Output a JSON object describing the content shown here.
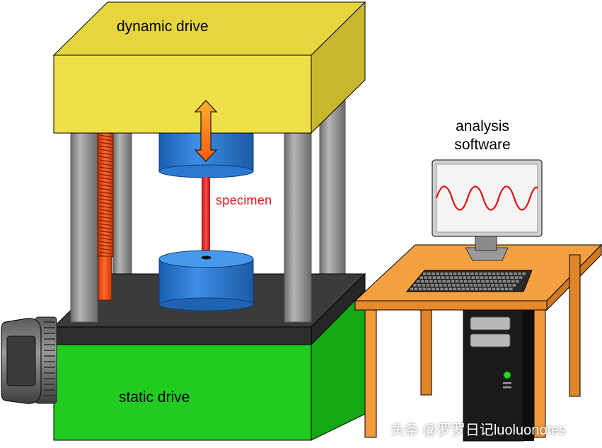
{
  "labels": {
    "dynamic_drive": "dynamic drive",
    "static_drive": "static drive",
    "specimen": "specimen",
    "analysis_software": "analysis\nsoftware"
  },
  "watermark": "头条 @罗罗日记luoluonotes",
  "colors": {
    "top_block": "#efe04a",
    "base_block": "#1fcc1f",
    "platform": "#3a3a3a",
    "column": "#808080",
    "grip": "#2f7fd6",
    "specimen": "#e51c1c",
    "screw": "#ff5a1a",
    "desk": "#f39a3a",
    "monitor_wave": "#e01010"
  },
  "icons": [
    "double-arrow-icon",
    "monitor-icon",
    "keyboard-icon",
    "computer-tower-icon",
    "motor-icon"
  ]
}
